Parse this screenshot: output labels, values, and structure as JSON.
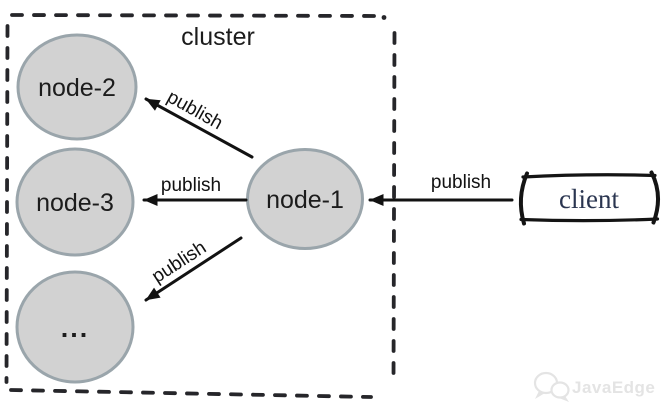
{
  "cluster": {
    "label": "cluster",
    "nodes": [
      {
        "id": "node-2",
        "label": "node-2"
      },
      {
        "id": "node-3",
        "label": "node-3"
      },
      {
        "id": "node-more",
        "label": "..."
      },
      {
        "id": "node-1",
        "label": "node-1"
      }
    ]
  },
  "client": {
    "label": "client"
  },
  "edges": [
    {
      "from": "node-1",
      "to": "node-2",
      "label": "publish"
    },
    {
      "from": "node-1",
      "to": "node-3",
      "label": "publish"
    },
    {
      "from": "node-1",
      "to": "node-more",
      "label": "publish"
    },
    {
      "from": "client",
      "to": "node-1",
      "label": "publish"
    }
  ],
  "watermark": {
    "icon": "chat-bubbles-icon",
    "label": "JavaEdge"
  },
  "colors": {
    "background": "#ffffff",
    "node_fill": "#d2d2d2",
    "node_stroke": "#9aa5ab",
    "cluster_border": "#26262a",
    "arrow": "#121212",
    "text": "#1c1c1c",
    "client_text": "#2a3550",
    "watermark": "#e4e4e4"
  }
}
